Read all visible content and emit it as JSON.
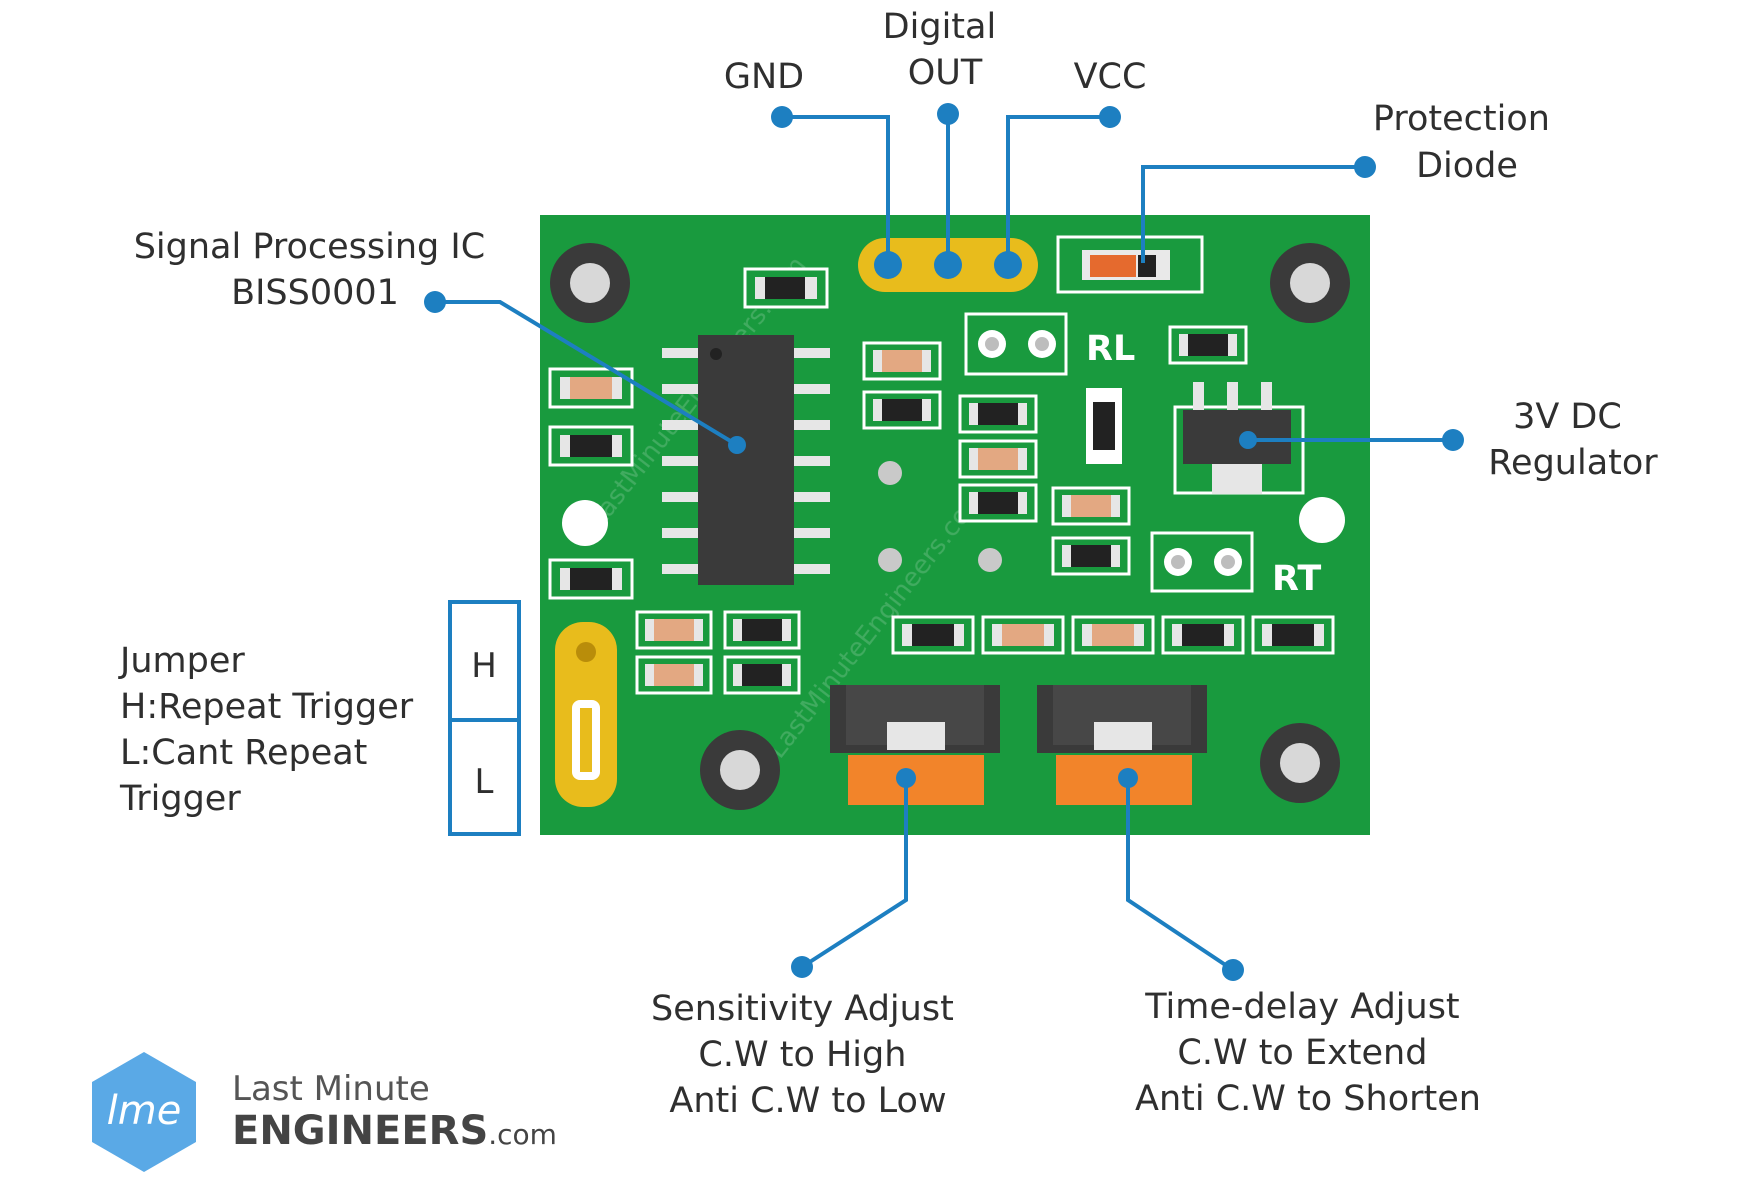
{
  "colors": {
    "pcb": "#199A3E",
    "callout": "#1D7FC1",
    "gold": "#E8BC1C",
    "potentiometer": "#F2842A",
    "text": "#2f2f2f"
  },
  "labels": {
    "gnd": "GND",
    "digital_out": [
      "Digital",
      "OUT"
    ],
    "vcc": "VCC",
    "protection_diode": [
      "Protection",
      "Diode"
    ],
    "signal_ic": [
      "Signal Processing IC",
      "BISS0001"
    ],
    "regulator": [
      "3V DC",
      "Regulator"
    ],
    "jumper": [
      "Jumper",
      "H:Repeat Trigger",
      "L:Cant Repeat",
      "Trigger"
    ],
    "jumper_h": "H",
    "jumper_l": "L",
    "sensitivity": [
      "Sensitivity Adjust",
      "C.W to High",
      "Anti C.W to Low"
    ],
    "time_delay": [
      "Time-delay Adjust",
      "C.W to Extend",
      "Anti C.W to Shorten"
    ],
    "rl": "RL",
    "rt": "RT"
  },
  "brand": {
    "mark": "lme",
    "line1": "Last Minute",
    "line2": "ENGINEERS",
    "suffix": ".com",
    "watermark": "LastMinuteEngineers.com"
  }
}
